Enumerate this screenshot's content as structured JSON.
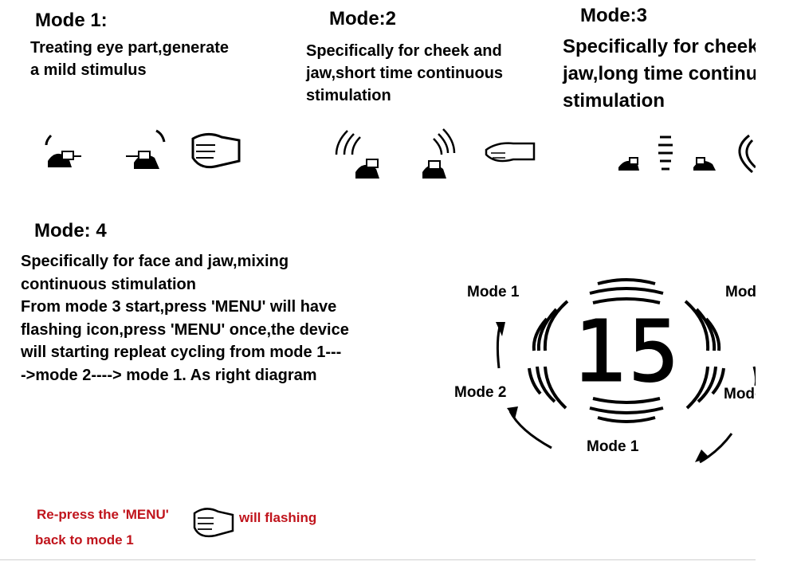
{
  "modes": [
    {
      "title": "Mode 1:",
      "description": "Treating eye part,generate\na mild stimulus"
    },
    {
      "title": "Mode:2",
      "description": "Specifically for cheek and\njaw,short time continuous\nstimulation"
    },
    {
      "title": "Mode:3",
      "description": "Specifically for cheek and\njaw,long time continuous\nstimulation"
    },
    {
      "title": "Mode: 4",
      "description": "Specifically for face and jaw,mixing\ncontinuous stimulation\nFrom mode 3 start,press 'MENU' will have\nflashing icon,press 'MENU' once,the device\nwill starting repleat cycling from mode 1---\n->mode 2----> mode 1. As right diagram"
    }
  ],
  "diagram": {
    "display_digits": "15",
    "labels": {
      "top_left": "Mode 1",
      "top_right": "Mode",
      "left": "Mode 2",
      "right": "Mode",
      "bottom": "Mode 1"
    }
  },
  "note": {
    "line1": "Re-press the 'MENU'",
    "trailing": "will flashing",
    "line2": "back to mode 1",
    "color": "#c0141c"
  },
  "icons": [
    "skin-icon",
    "fist-hand-icon",
    "open-hand-icon",
    "wave-icon"
  ]
}
